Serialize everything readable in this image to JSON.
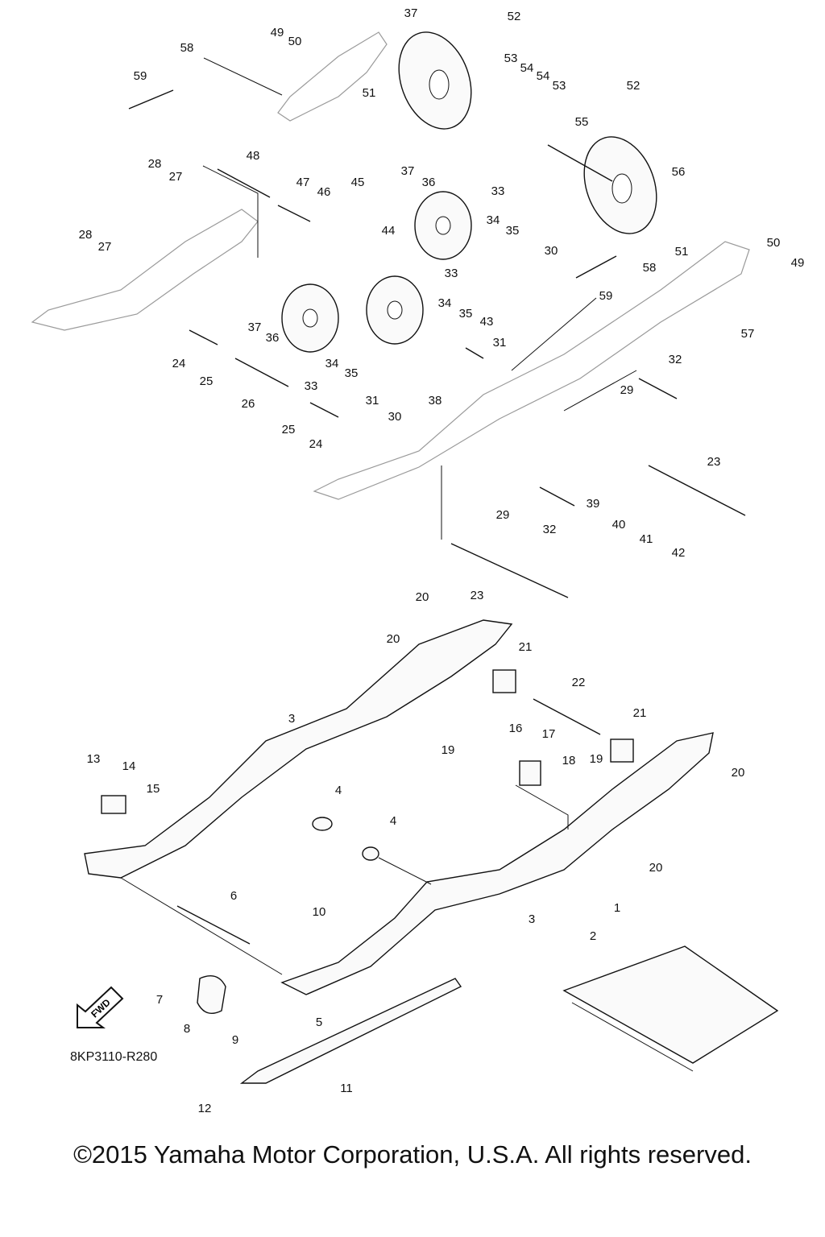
{
  "diagram_code": "8KP3110-R280",
  "copyright": "©2015 Yamaha Motor Corporation, U.S.A. All rights reserved.",
  "fwd_label": "FWD",
  "callouts": {
    "c1": "1",
    "c2": "2",
    "c3a": "3",
    "c3b": "3",
    "c4a": "4",
    "c4b": "4",
    "c5": "5",
    "c6": "6",
    "c7": "7",
    "c8": "8",
    "c9": "9",
    "c10": "10",
    "c11": "11",
    "c12": "12",
    "c13": "13",
    "c14": "14",
    "c15": "15",
    "c16": "16",
    "c17": "17",
    "c18": "18",
    "c19a": "19",
    "c19b": "19",
    "c20a": "20",
    "c20b": "20",
    "c20c": "20",
    "c20d": "20",
    "c21a": "21",
    "c21b": "21",
    "c22": "22",
    "c23a": "23",
    "c23b": "23",
    "c24a": "24",
    "c24b": "24",
    "c25a": "25",
    "c25b": "25",
    "c26": "26",
    "c27a": "27",
    "c27b": "27",
    "c28a": "28",
    "c28b": "28",
    "c29a": "29",
    "c29b": "29",
    "c30a": "30",
    "c30b": "30",
    "c31a": "31",
    "c31b": "31",
    "c32a": "32",
    "c32b": "32",
    "c33a": "33",
    "c33b": "33",
    "c33c": "33",
    "c34a": "34",
    "c34b": "34",
    "c34c": "34",
    "c35a": "35",
    "c35b": "35",
    "c35c": "35",
    "c36a": "36",
    "c36b": "36",
    "c37a": "37",
    "c37b": "37",
    "c37c": "37",
    "c38": "38",
    "c39": "39",
    "c40": "40",
    "c41": "41",
    "c42": "42",
    "c43": "43",
    "c44": "44",
    "c45": "45",
    "c46": "46",
    "c47": "47",
    "c48": "48",
    "c49a": "49",
    "c49b": "49",
    "c50a": "50",
    "c50b": "50",
    "c51a": "51",
    "c51b": "51",
    "c52a": "52",
    "c52b": "52",
    "c53a": "53",
    "c53b": "53",
    "c54a": "54",
    "c54b": "54",
    "c55": "55",
    "c56": "56",
    "c57": "57",
    "c58a": "58",
    "c58b": "58",
    "c59a": "59",
    "c59b": "59"
  }
}
